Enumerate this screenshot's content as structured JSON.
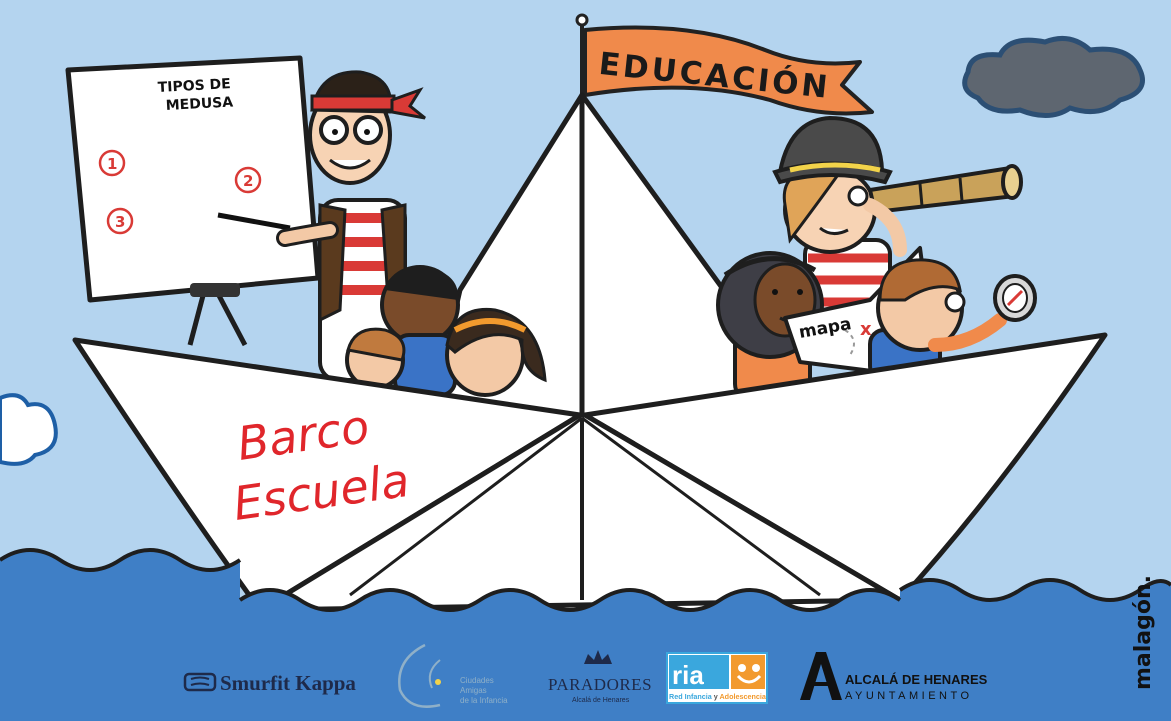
{
  "illustration": {
    "flag_text": "EDUCACIÓN",
    "board_title_line1": "TIPOS DE",
    "board_title_line2": "MEDUSA",
    "board_numbers": [
      "1",
      "2",
      "3"
    ],
    "boat_name_line1": "Barco",
    "boat_name_line2": "Escuela",
    "map_label": "mapa",
    "map_mark": "x",
    "artist_signature": "malagón."
  },
  "sponsors": {
    "smurfit": "Smurfit Kappa",
    "ciudades_line1": "Ciudades",
    "ciudades_line2": "Amigas",
    "ciudades_line3": "de la Infancia",
    "paradores": "PARADORES",
    "paradores_sub": "Alcalá de Henares",
    "ria_logo": "ria",
    "ria_sub_1": "Red Infancia",
    "ria_sub_2": " y ",
    "ria_sub_3": "Adolescencia",
    "alcala_line1": "ALCALÁ DE HENARES",
    "alcala_line2": "AYUNTAMIENTO"
  },
  "colors": {
    "sky": "#b4d4ef",
    "sea": "#3f7fc6",
    "flag": "#f08a4b",
    "stripe_red": "#d93a36",
    "boat_name": "#e0262b",
    "rio_blue": "#3aa7dd",
    "rio_orange": "#f29a2e"
  }
}
